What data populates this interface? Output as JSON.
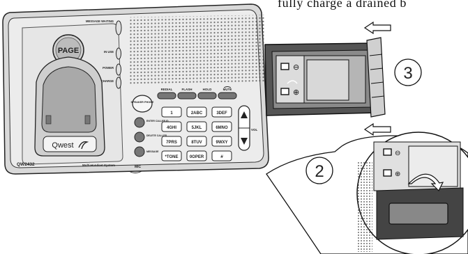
{
  "caption": "fully charge a drained b",
  "base": {
    "model": "QW2432",
    "system": "Multi-Handset System",
    "page_button": "PAGE",
    "handset_logo": "Qwest",
    "indicators": [
      "MESSAGE WAITING",
      "IN USE",
      "POWER",
      "CHARGE"
    ],
    "function_keys": [
      "REDIAL",
      "FLASH",
      "HOLD",
      "MUTE"
    ],
    "side_keys": [
      "SPEAKER PHONE",
      "ENTER CALLER ID",
      "DELETE CALLER",
      "MESSAGE"
    ],
    "dialpad": [
      "1",
      "2ABC",
      "3DEF",
      "4GHI",
      "5JKL",
      "6MNO",
      "7PRS",
      "8TUV",
      "9WXY",
      "*TONE",
      "0OPER",
      "#"
    ],
    "vol_label": "VOL",
    "mic_label": "MIC"
  },
  "steps": {
    "step2": "2",
    "step3": "3"
  },
  "battery_symbols": {
    "negative": "⊖",
    "positive": "⊕"
  }
}
